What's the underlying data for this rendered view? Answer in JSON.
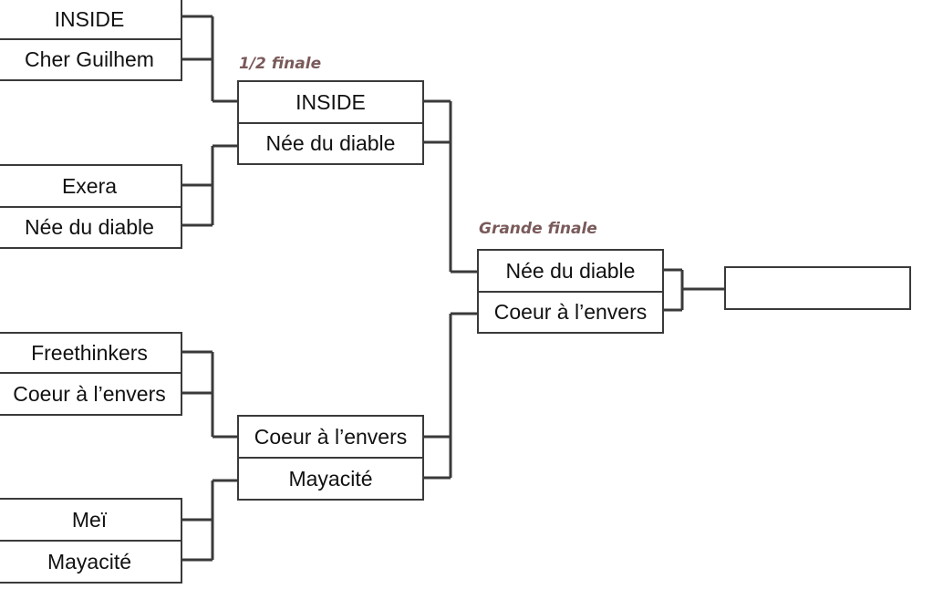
{
  "labels": {
    "semi_final": "1/2 finale",
    "grand_final": "Grande finale"
  },
  "quarter_finals": [
    {
      "top": "INSIDE",
      "bottom": "Cher Guilhem"
    },
    {
      "top": "Exera",
      "bottom": "Née du diable"
    },
    {
      "top": "Freethinkers",
      "bottom": "Coeur à l’envers"
    },
    {
      "top": "Meï",
      "bottom": "Mayacité"
    }
  ],
  "semi_finals": [
    {
      "top": "INSIDE",
      "bottom": "Née du diable"
    },
    {
      "top": "Coeur à l’envers",
      "bottom": "Mayacité"
    }
  ],
  "grand_final": {
    "top": "Née du diable",
    "bottom": "Coeur à l’envers"
  },
  "winner": ""
}
